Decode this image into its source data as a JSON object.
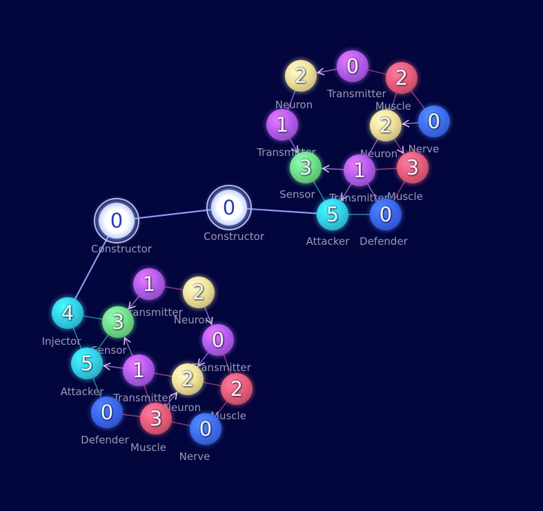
{
  "types": {
    "Constructor": {
      "color": "#ffffff",
      "glow": "#9fb8ff"
    },
    "Transmitter": {
      "color": "#b35cf0",
      "glow": "#c070ff"
    },
    "Muscle": {
      "color": "#e85d7c",
      "glow": "#ff6e8e"
    },
    "Neuron": {
      "color": "#f0e19a",
      "glow": "#fff0b0"
    },
    "Nerve": {
      "color": "#3d6ef2",
      "glow": "#5a86ff"
    },
    "Sensor": {
      "color": "#6fe08a",
      "glow": "#86ffa0"
    },
    "Attacker": {
      "color": "#33d2ec",
      "glow": "#5ae6ff"
    },
    "Defender": {
      "color": "#3b66f0",
      "glow": "#5a80ff"
    },
    "Injector": {
      "color": "#33d2ec",
      "glow": "#5ae6ff"
    }
  },
  "nodes": [
    {
      "id": "c1",
      "type": "Constructor",
      "value": "0",
      "label": "Constructor"
    },
    {
      "id": "c2",
      "type": "Constructor",
      "value": "0",
      "label": "Constructor"
    },
    {
      "id": "a1",
      "type": "Neuron",
      "value": "2",
      "label": "Neuron"
    },
    {
      "id": "a2",
      "type": "Transmitter",
      "value": "0",
      "label": "Transmitter"
    },
    {
      "id": "a3",
      "type": "Muscle",
      "value": "2",
      "label": "Muscle"
    },
    {
      "id": "a4",
      "type": "Transmitter",
      "value": "1",
      "label": "Transmitter"
    },
    {
      "id": "a5",
      "type": "Neuron",
      "value": "2",
      "label": "Neuron"
    },
    {
      "id": "a6",
      "type": "Nerve",
      "value": "0",
      "label": "Nerve"
    },
    {
      "id": "a7",
      "type": "Sensor",
      "value": "3",
      "label": "Sensor"
    },
    {
      "id": "a8",
      "type": "Transmitter",
      "value": "1",
      "label": "Transmitter"
    },
    {
      "id": "a9",
      "type": "Muscle",
      "value": "3",
      "label": "Muscle"
    },
    {
      "id": "a10",
      "type": "Attacker",
      "value": "5",
      "label": "Attacker"
    },
    {
      "id": "a11",
      "type": "Defender",
      "value": "0",
      "label": "Defender"
    },
    {
      "id": "b1",
      "type": "Transmitter",
      "value": "1",
      "label": "Transmitter"
    },
    {
      "id": "b2",
      "type": "Neuron",
      "value": "2",
      "label": "Neuron"
    },
    {
      "id": "b3",
      "type": "Injector",
      "value": "4",
      "label": "Injector"
    },
    {
      "id": "b4",
      "type": "Sensor",
      "value": "3",
      "label": "Sensor"
    },
    {
      "id": "b5",
      "type": "Transmitter",
      "value": "0",
      "label": "Transmitter"
    },
    {
      "id": "b6",
      "type": "Attacker",
      "value": "5",
      "label": "Attacker"
    },
    {
      "id": "b7",
      "type": "Transmitter",
      "value": "1",
      "label": "Transmitter"
    },
    {
      "id": "b8",
      "type": "Neuron",
      "value": "2",
      "label": "Neuron"
    },
    {
      "id": "b9",
      "type": "Muscle",
      "value": "2",
      "label": "Muscle"
    },
    {
      "id": "b10",
      "type": "Defender",
      "value": "0",
      "label": "Defender"
    },
    {
      "id": "b11",
      "type": "Muscle",
      "value": "3",
      "label": "Muscle"
    },
    {
      "id": "b12",
      "type": "Nerve",
      "value": "0",
      "label": "Nerve"
    }
  ],
  "edges": [
    {
      "from": "c1",
      "to": "c2",
      "style": "strong"
    },
    {
      "from": "c2",
      "to": "a10",
      "style": "strong"
    },
    {
      "from": "c1",
      "to": "b3",
      "style": "strong"
    },
    {
      "from": "a2",
      "to": "a1",
      "style": "signal",
      "arrow": true
    },
    {
      "from": "a2",
      "to": "a3",
      "style": "muscle"
    },
    {
      "from": "a1",
      "to": "a4",
      "style": "signal"
    },
    {
      "from": "a3",
      "to": "a6",
      "style": "muscle"
    },
    {
      "from": "a3",
      "to": "a5",
      "style": "muscle"
    },
    {
      "from": "a6",
      "to": "a5",
      "style": "signal",
      "arrow": true
    },
    {
      "from": "a4",
      "to": "a7",
      "style": "signal",
      "arrow": true
    },
    {
      "from": "a5",
      "to": "a8",
      "style": "signal"
    },
    {
      "from": "a5",
      "to": "a9",
      "style": "muscle",
      "arrow": true
    },
    {
      "from": "a8",
      "to": "a7",
      "style": "signal",
      "arrow": true
    },
    {
      "from": "a8",
      "to": "a9",
      "style": "muscle"
    },
    {
      "from": "a9",
      "to": "a11",
      "style": "muscle"
    },
    {
      "from": "a7",
      "to": "a10",
      "style": "sensor"
    },
    {
      "from": "a8",
      "to": "a10",
      "style": "signal",
      "arrow": true
    },
    {
      "from": "a8",
      "to": "a11",
      "style": "signal"
    },
    {
      "from": "a10",
      "to": "a11",
      "style": "sensor"
    },
    {
      "from": "b1",
      "to": "b2",
      "style": "muscle"
    },
    {
      "from": "b1",
      "to": "b4",
      "style": "signal",
      "arrow": true
    },
    {
      "from": "b2",
      "to": "b5",
      "style": "signal",
      "arrow": true
    },
    {
      "from": "b3",
      "to": "b4",
      "style": "sensor"
    },
    {
      "from": "b3",
      "to": "b6",
      "style": "sensor"
    },
    {
      "from": "b4",
      "to": "b6",
      "style": "sensor"
    },
    {
      "from": "b7",
      "to": "b4",
      "style": "signal",
      "arrow": true
    },
    {
      "from": "b7",
      "to": "b6",
      "style": "signal",
      "arrow": true
    },
    {
      "from": "b5",
      "to": "b8",
      "style": "signal",
      "arrow": true
    },
    {
      "from": "b5",
      "to": "b9",
      "style": "muscle"
    },
    {
      "from": "b7",
      "to": "b8",
      "style": "muscle"
    },
    {
      "from": "b7",
      "to": "b11",
      "style": "muscle"
    },
    {
      "from": "b6",
      "to": "b10",
      "style": "sensor"
    },
    {
      "from": "b10",
      "to": "b11",
      "style": "muscle"
    },
    {
      "from": "b11",
      "to": "b8",
      "style": "signal",
      "arrow": true
    },
    {
      "from": "b11",
      "to": "b12",
      "style": "muscle"
    },
    {
      "from": "b12",
      "to": "b9",
      "style": "muscle"
    },
    {
      "from": "b8",
      "to": "b9",
      "style": "muscle"
    }
  ]
}
